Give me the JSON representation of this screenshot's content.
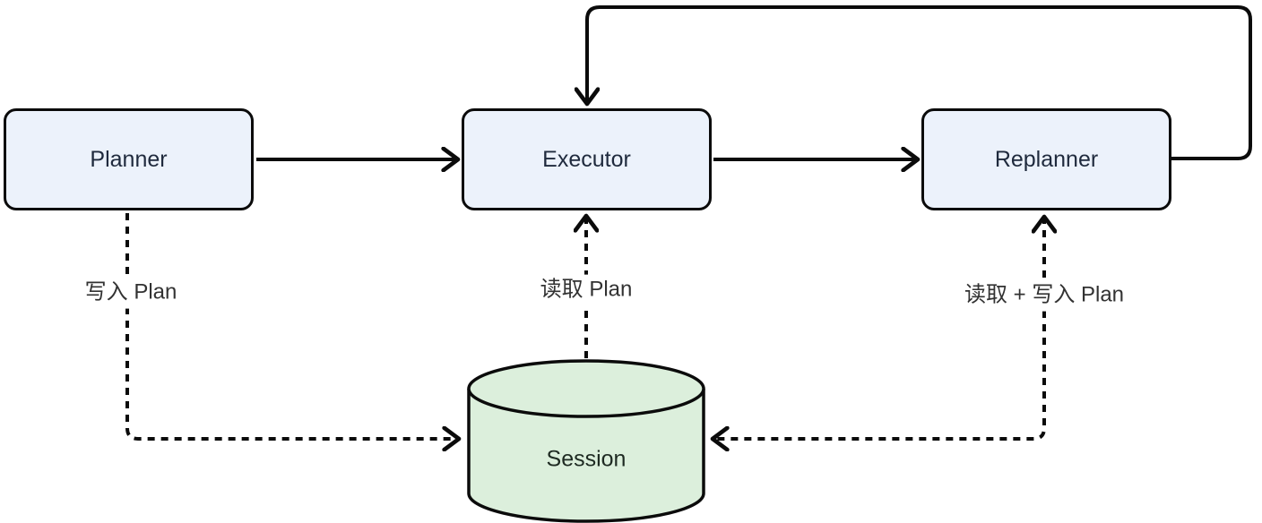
{
  "diagram": {
    "nodes": [
      {
        "id": "planner",
        "label": "Planner",
        "shape": "rounded-rect"
      },
      {
        "id": "executor",
        "label": "Executor",
        "shape": "rounded-rect"
      },
      {
        "id": "replanner",
        "label": "Replanner",
        "shape": "rounded-rect"
      },
      {
        "id": "session",
        "label": "Session",
        "shape": "cylinder"
      }
    ],
    "edges": [
      {
        "from": "planner",
        "to": "executor",
        "style": "solid",
        "label": ""
      },
      {
        "from": "executor",
        "to": "replanner",
        "style": "solid",
        "label": ""
      },
      {
        "from": "replanner",
        "to": "executor",
        "style": "solid",
        "label": "",
        "route": "top-loop"
      },
      {
        "from": "planner",
        "to": "session",
        "style": "dashed",
        "label": "写入 Plan"
      },
      {
        "from": "session",
        "to": "executor",
        "style": "dashed",
        "label": "读取 Plan"
      },
      {
        "from": "replanner",
        "to": "session",
        "style": "dashed",
        "label": "读取 + 写入 Plan",
        "bidirectional": true
      }
    ],
    "colors": {
      "background": "#ffffff",
      "node_fill": "#ecf2fb",
      "node_border": "#0b0b0b",
      "node_text": "#1f2a3d",
      "db_fill": "#dcefdc",
      "db_border": "#0b0b0b",
      "db_text": "#1e2a22",
      "line": "#0b0b0b",
      "label_text": "#323232"
    }
  }
}
